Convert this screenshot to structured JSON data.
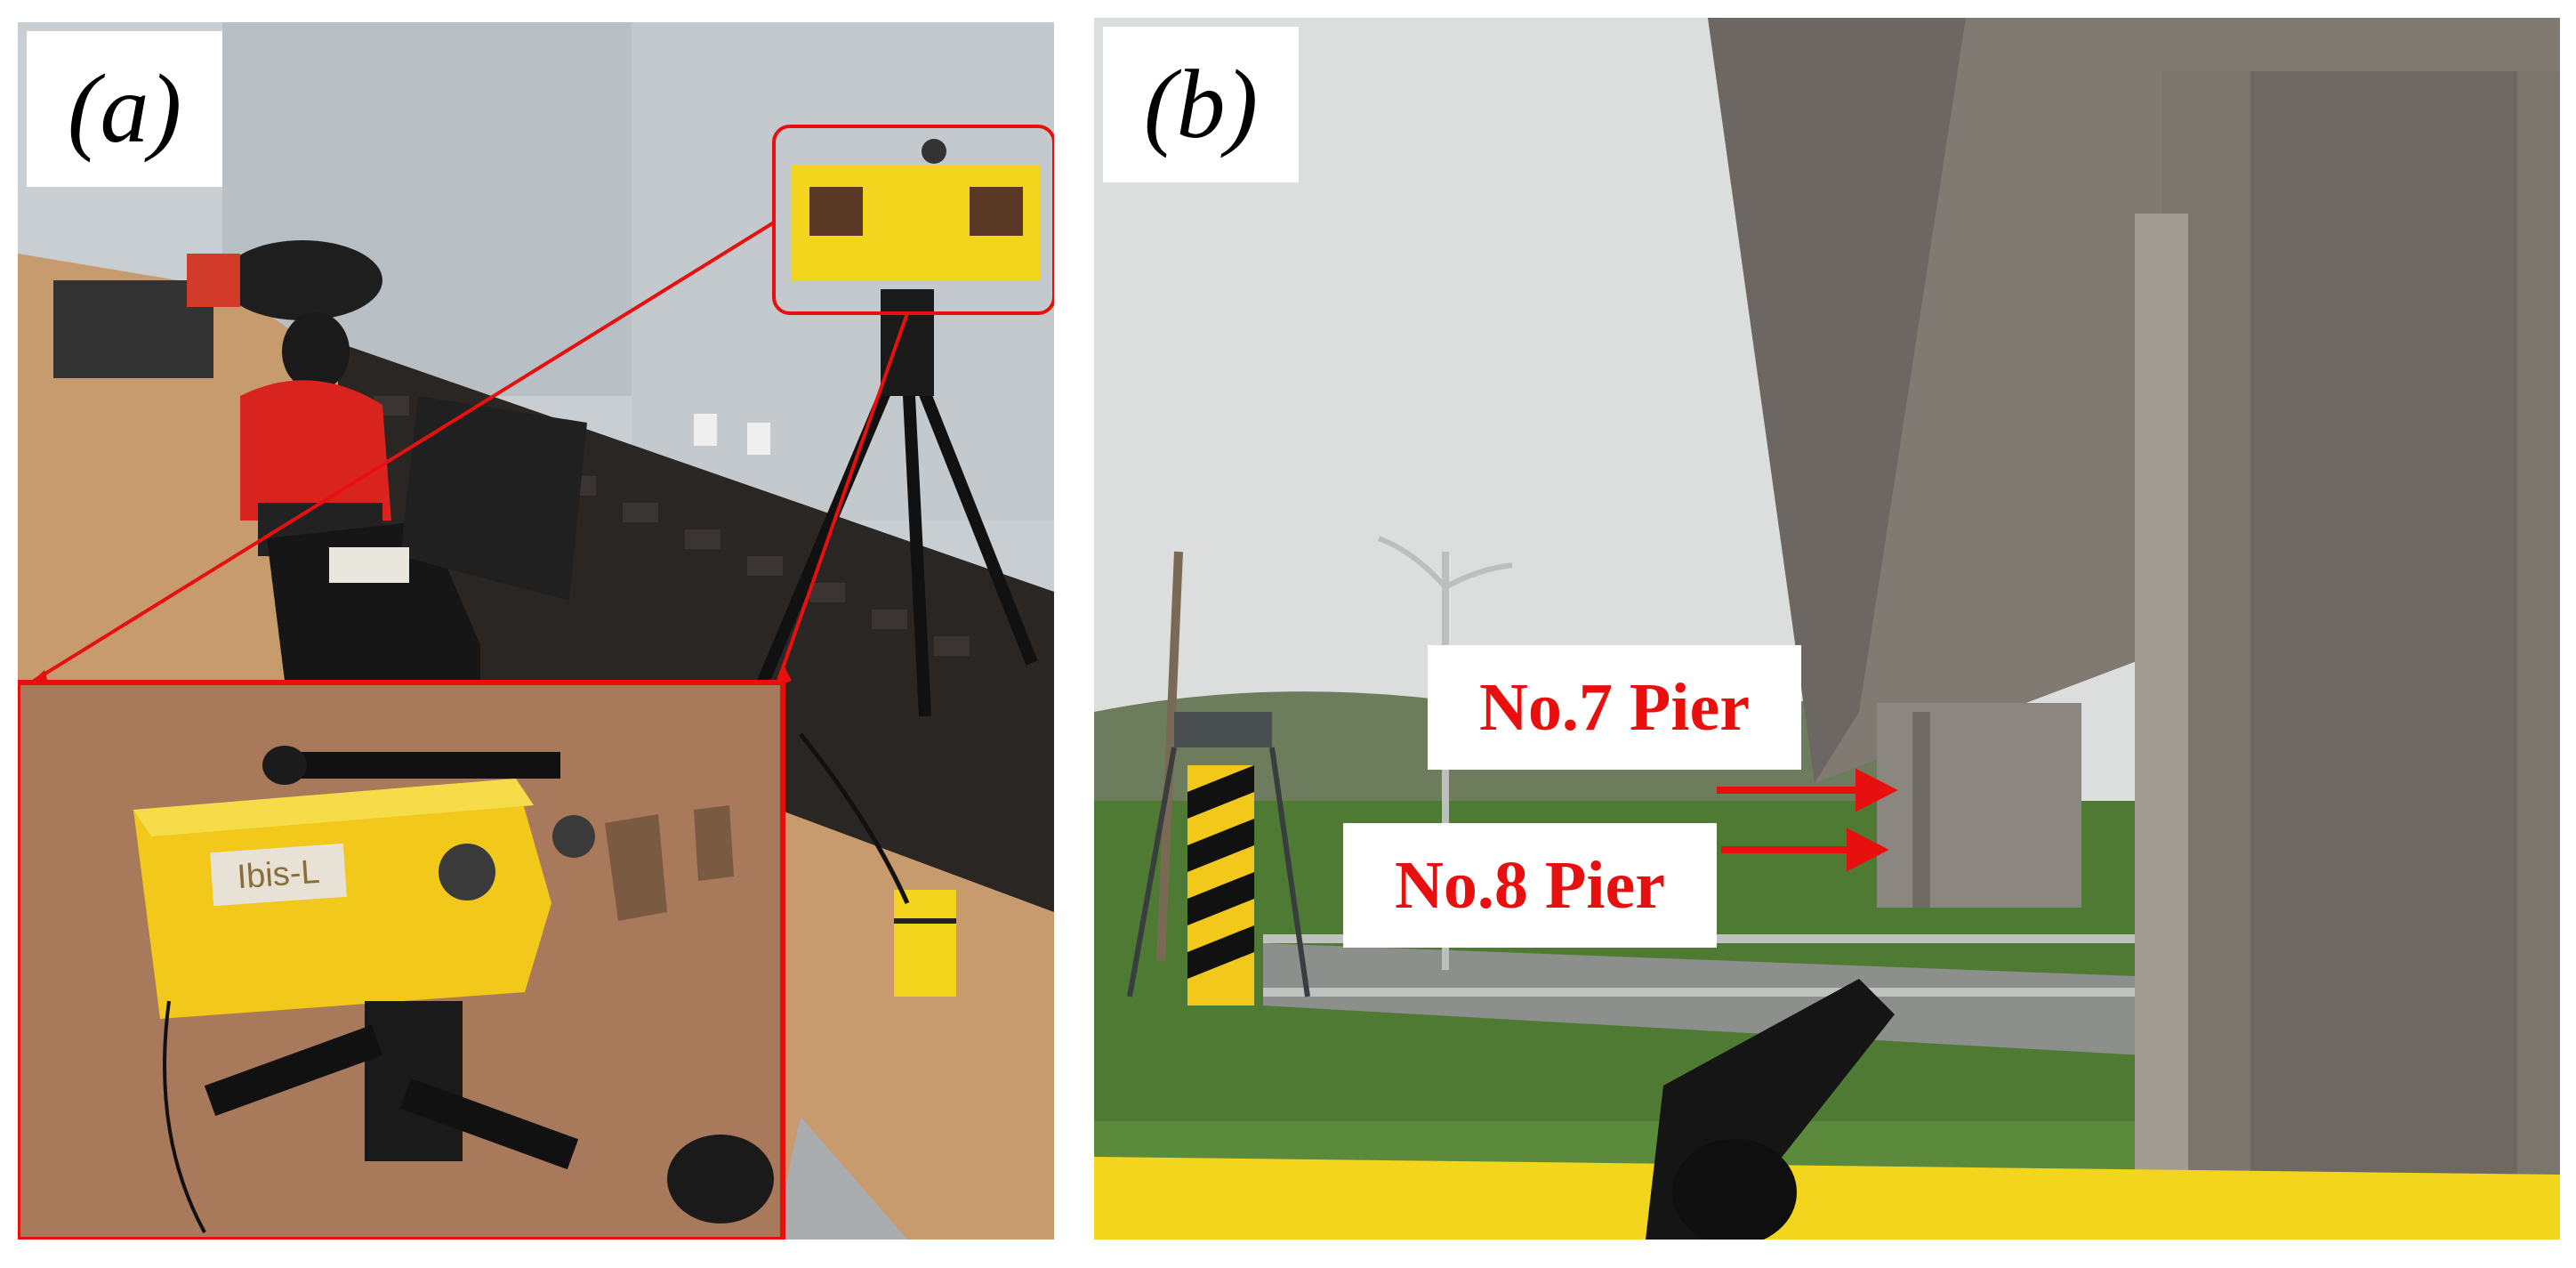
{
  "figure": {
    "panel_a": {
      "label": "(a)",
      "sticker_text": "Ibis-L"
    },
    "panel_b": {
      "label": "(b)",
      "annotations": [
        "No.7 Pier",
        "No.8 Pier"
      ],
      "annotation_color": "#e8100e"
    }
  },
  "colors": {
    "camera_yellow": "#f2d51c",
    "highlight_red": "#e8100e",
    "sky": "#dcdedd"
  }
}
